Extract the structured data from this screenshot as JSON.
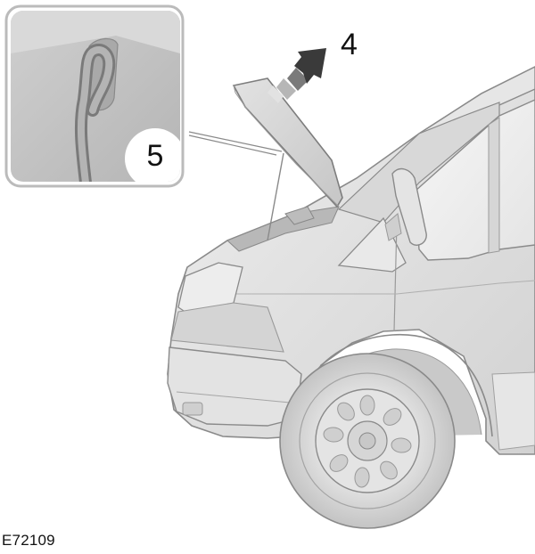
{
  "callouts": {
    "step4": "4",
    "step5": "5"
  },
  "figure_code": "E72109",
  "colors": {
    "body_fill": "#dcdcdc",
    "body_light": "#e9e9e9",
    "body_dark": "#bdbdbd",
    "outline": "#8a8a8a",
    "tire": "#cfcfcf",
    "arrow_dark": "#3a3a3a",
    "inset_border": "#b9b9b9"
  },
  "icons": {
    "arrow": "open-direction-arrow-icon",
    "hook": "bonnet-stay-hook-icon"
  }
}
